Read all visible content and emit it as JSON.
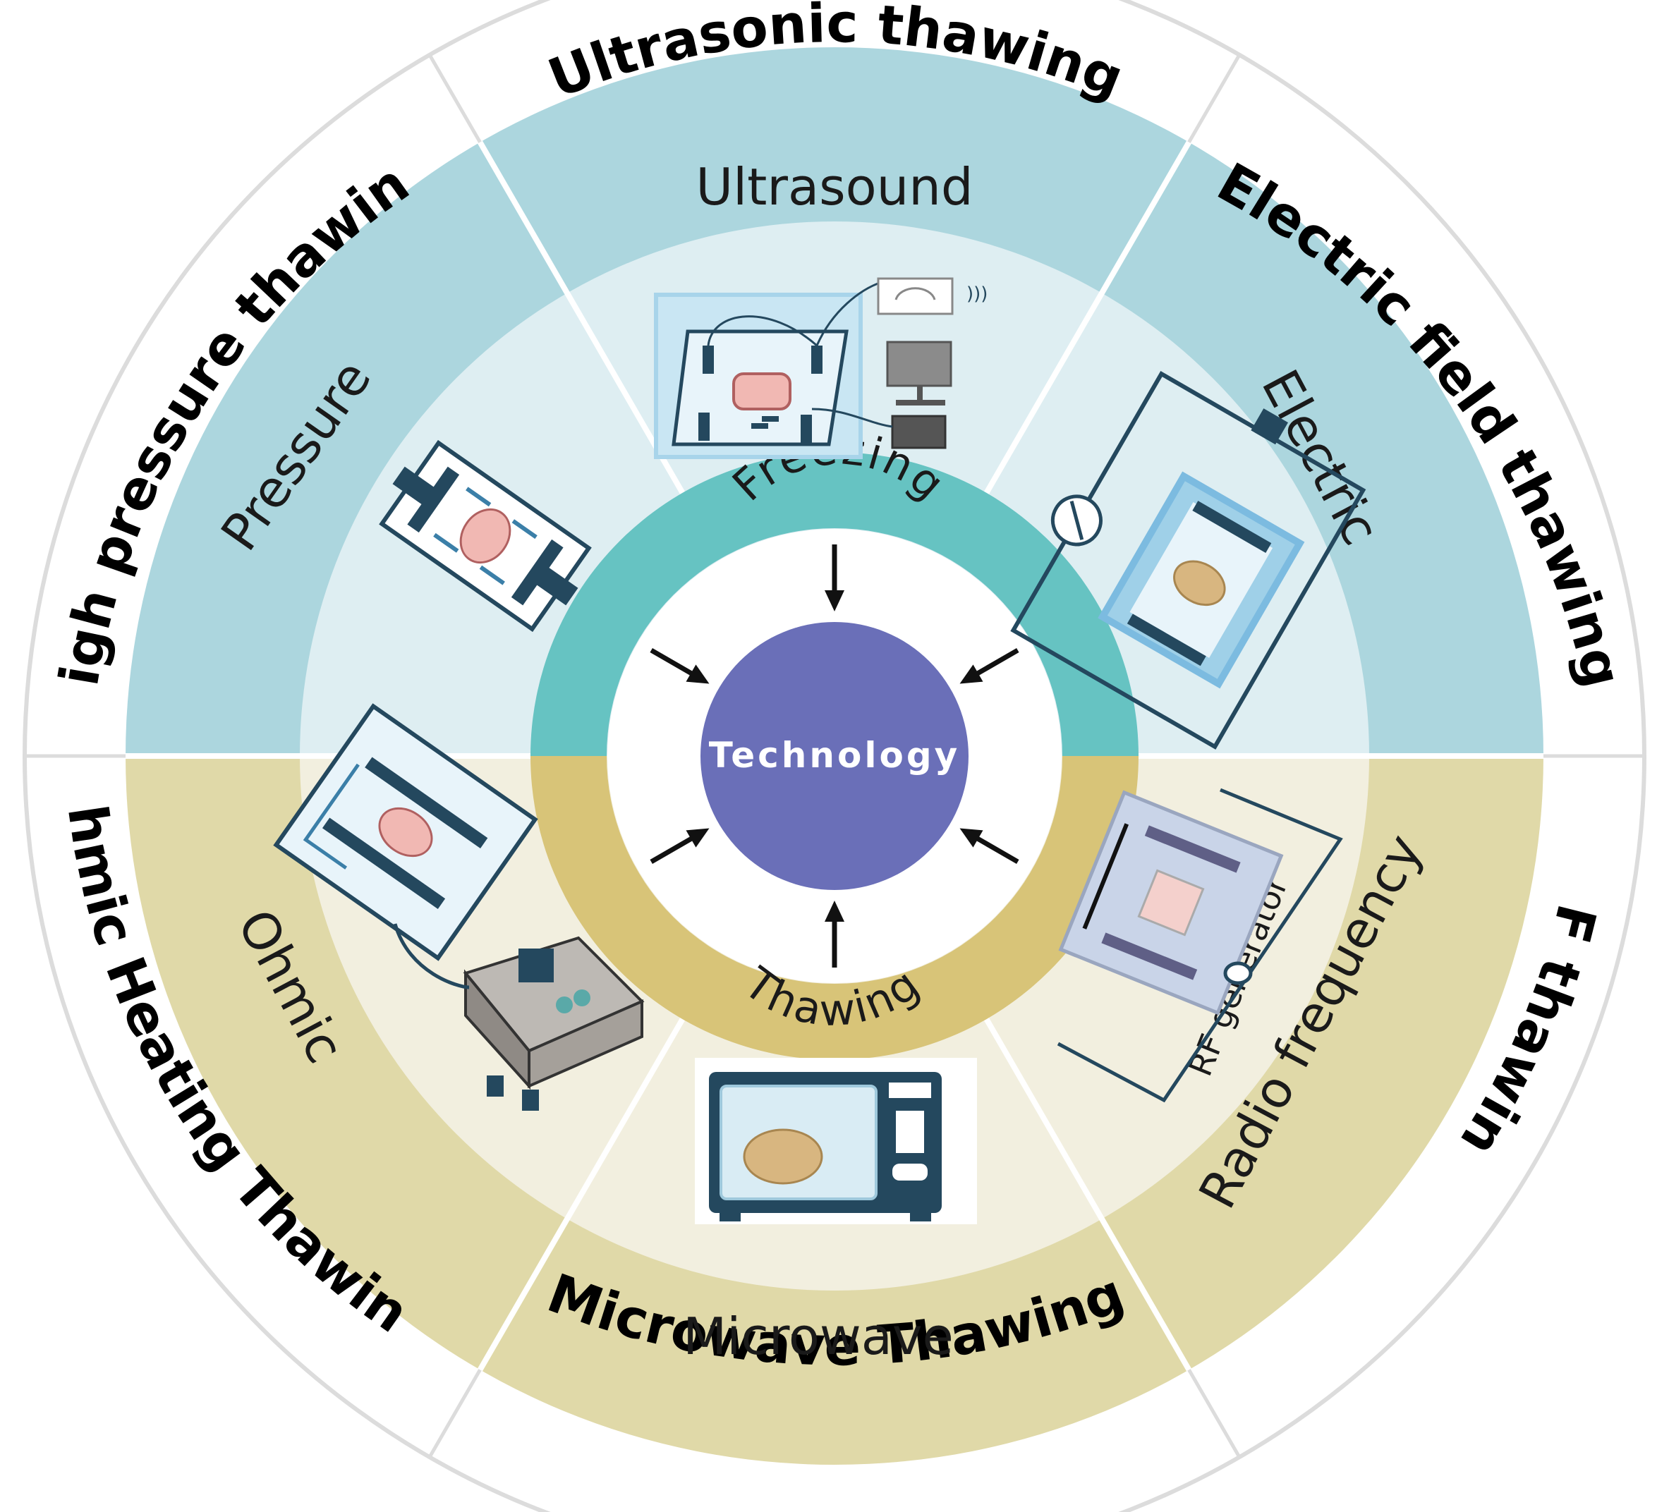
{
  "colors": {
    "outer_ring": "#ffffff",
    "divider": "#dcdcdc",
    "top_band": "#acd6de",
    "top_inner": "#deeef2",
    "bottom_band": "#e0d9a8",
    "bottom_inner": "#f2efdf",
    "freezing_ring": "#66c3c2",
    "thawing_ring": "#d8c478",
    "core": "#6a6fb8",
    "device": "#24485e",
    "device_light": "#9fd0e8"
  },
  "center": {
    "label": "Technology"
  },
  "inner_ring": {
    "freezing_label": "Freezing",
    "thawing_label": "Thawing"
  },
  "sectors": [
    {
      "id": "ultrasonic",
      "outer_label": "Ultrasonic thawing",
      "mid_label": "Ultrasound",
      "icon": "ultrasound-tank-icon"
    },
    {
      "id": "electric",
      "outer_label": "Electric field thawing",
      "mid_label": "Electric",
      "icon": "electric-field-icon"
    },
    {
      "id": "rf",
      "outer_label": "RF thawing",
      "mid_label": "Radio frequency",
      "extra_label": "RF generator",
      "icon": "rf-generator-icon"
    },
    {
      "id": "microwave",
      "outer_label": "Microwave Thawing",
      "mid_label": "Microwave",
      "icon": "microwave-oven-icon"
    },
    {
      "id": "ohmic",
      "outer_label": "Ohmic Heating Thawing",
      "mid_label": "Ohmic",
      "icon": "ohmic-heater-icon"
    },
    {
      "id": "pressure",
      "outer_label": "High pressure thawing",
      "mid_label": "Pressure",
      "icon": "pressure-chamber-icon"
    }
  ]
}
